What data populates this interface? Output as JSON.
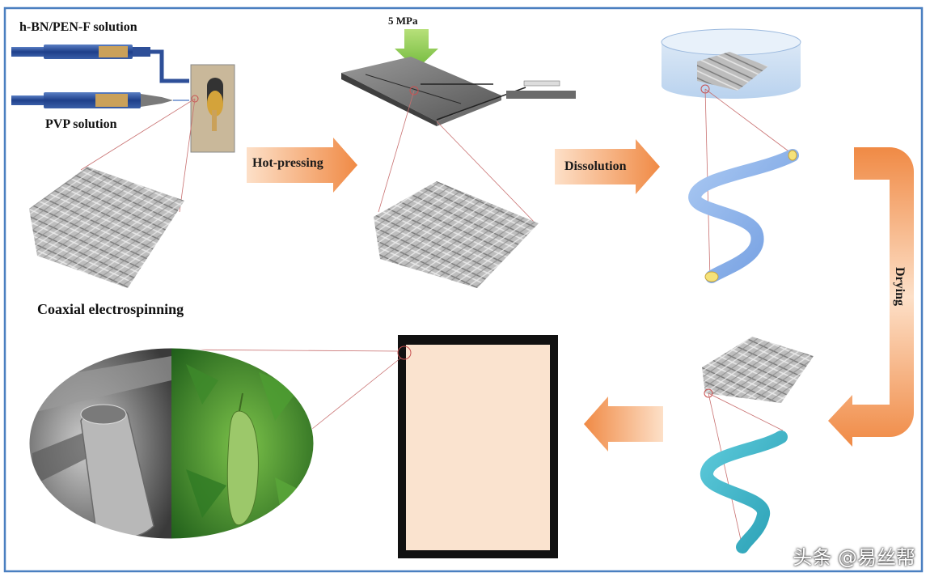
{
  "labels": {
    "syringe_top": "h-BN/PEN-F solution",
    "syringe_bottom": "PVP solution",
    "step1": "Coaxial electrospinning",
    "pressure": "5 MPa",
    "arrow_hot": "Hot-pressing",
    "arrow_dissolution": "Dissolution",
    "arrow_drying": "Drying"
  },
  "watermark": "头条 @易丝帮",
  "colors": {
    "frame": "#4a7fc0",
    "arrow": "#f29a5a",
    "fiber_blue": "#8fb4e8",
    "fiber_teal": "#3ab3c8",
    "paper": "#fae3cf"
  }
}
